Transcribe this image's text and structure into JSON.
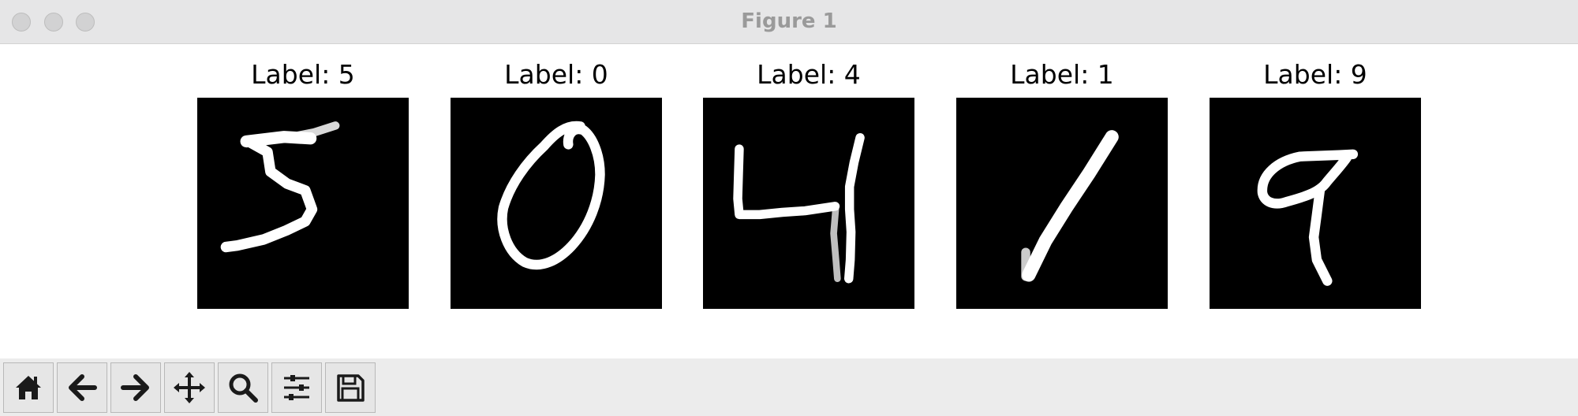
{
  "window": {
    "title": "Figure 1"
  },
  "subplots": [
    {
      "title": "Label: 5",
      "digit": "5"
    },
    {
      "title": "Label: 0",
      "digit": "0"
    },
    {
      "title": "Label: 4",
      "digit": "4"
    },
    {
      "title": "Label: 1",
      "digit": "1"
    },
    {
      "title": "Label: 9",
      "digit": "9"
    }
  ],
  "image_colormap": {
    "background": "#000000",
    "foreground": "#ffffff"
  },
  "toolbar": {
    "buttons": [
      {
        "icon": "home-icon"
      },
      {
        "icon": "back-arrow-icon"
      },
      {
        "icon": "forward-arrow-icon"
      },
      {
        "icon": "pan-move-icon"
      },
      {
        "icon": "zoom-magnifier-icon"
      },
      {
        "icon": "configure-subplots-icon"
      },
      {
        "icon": "save-floppy-icon"
      }
    ]
  }
}
